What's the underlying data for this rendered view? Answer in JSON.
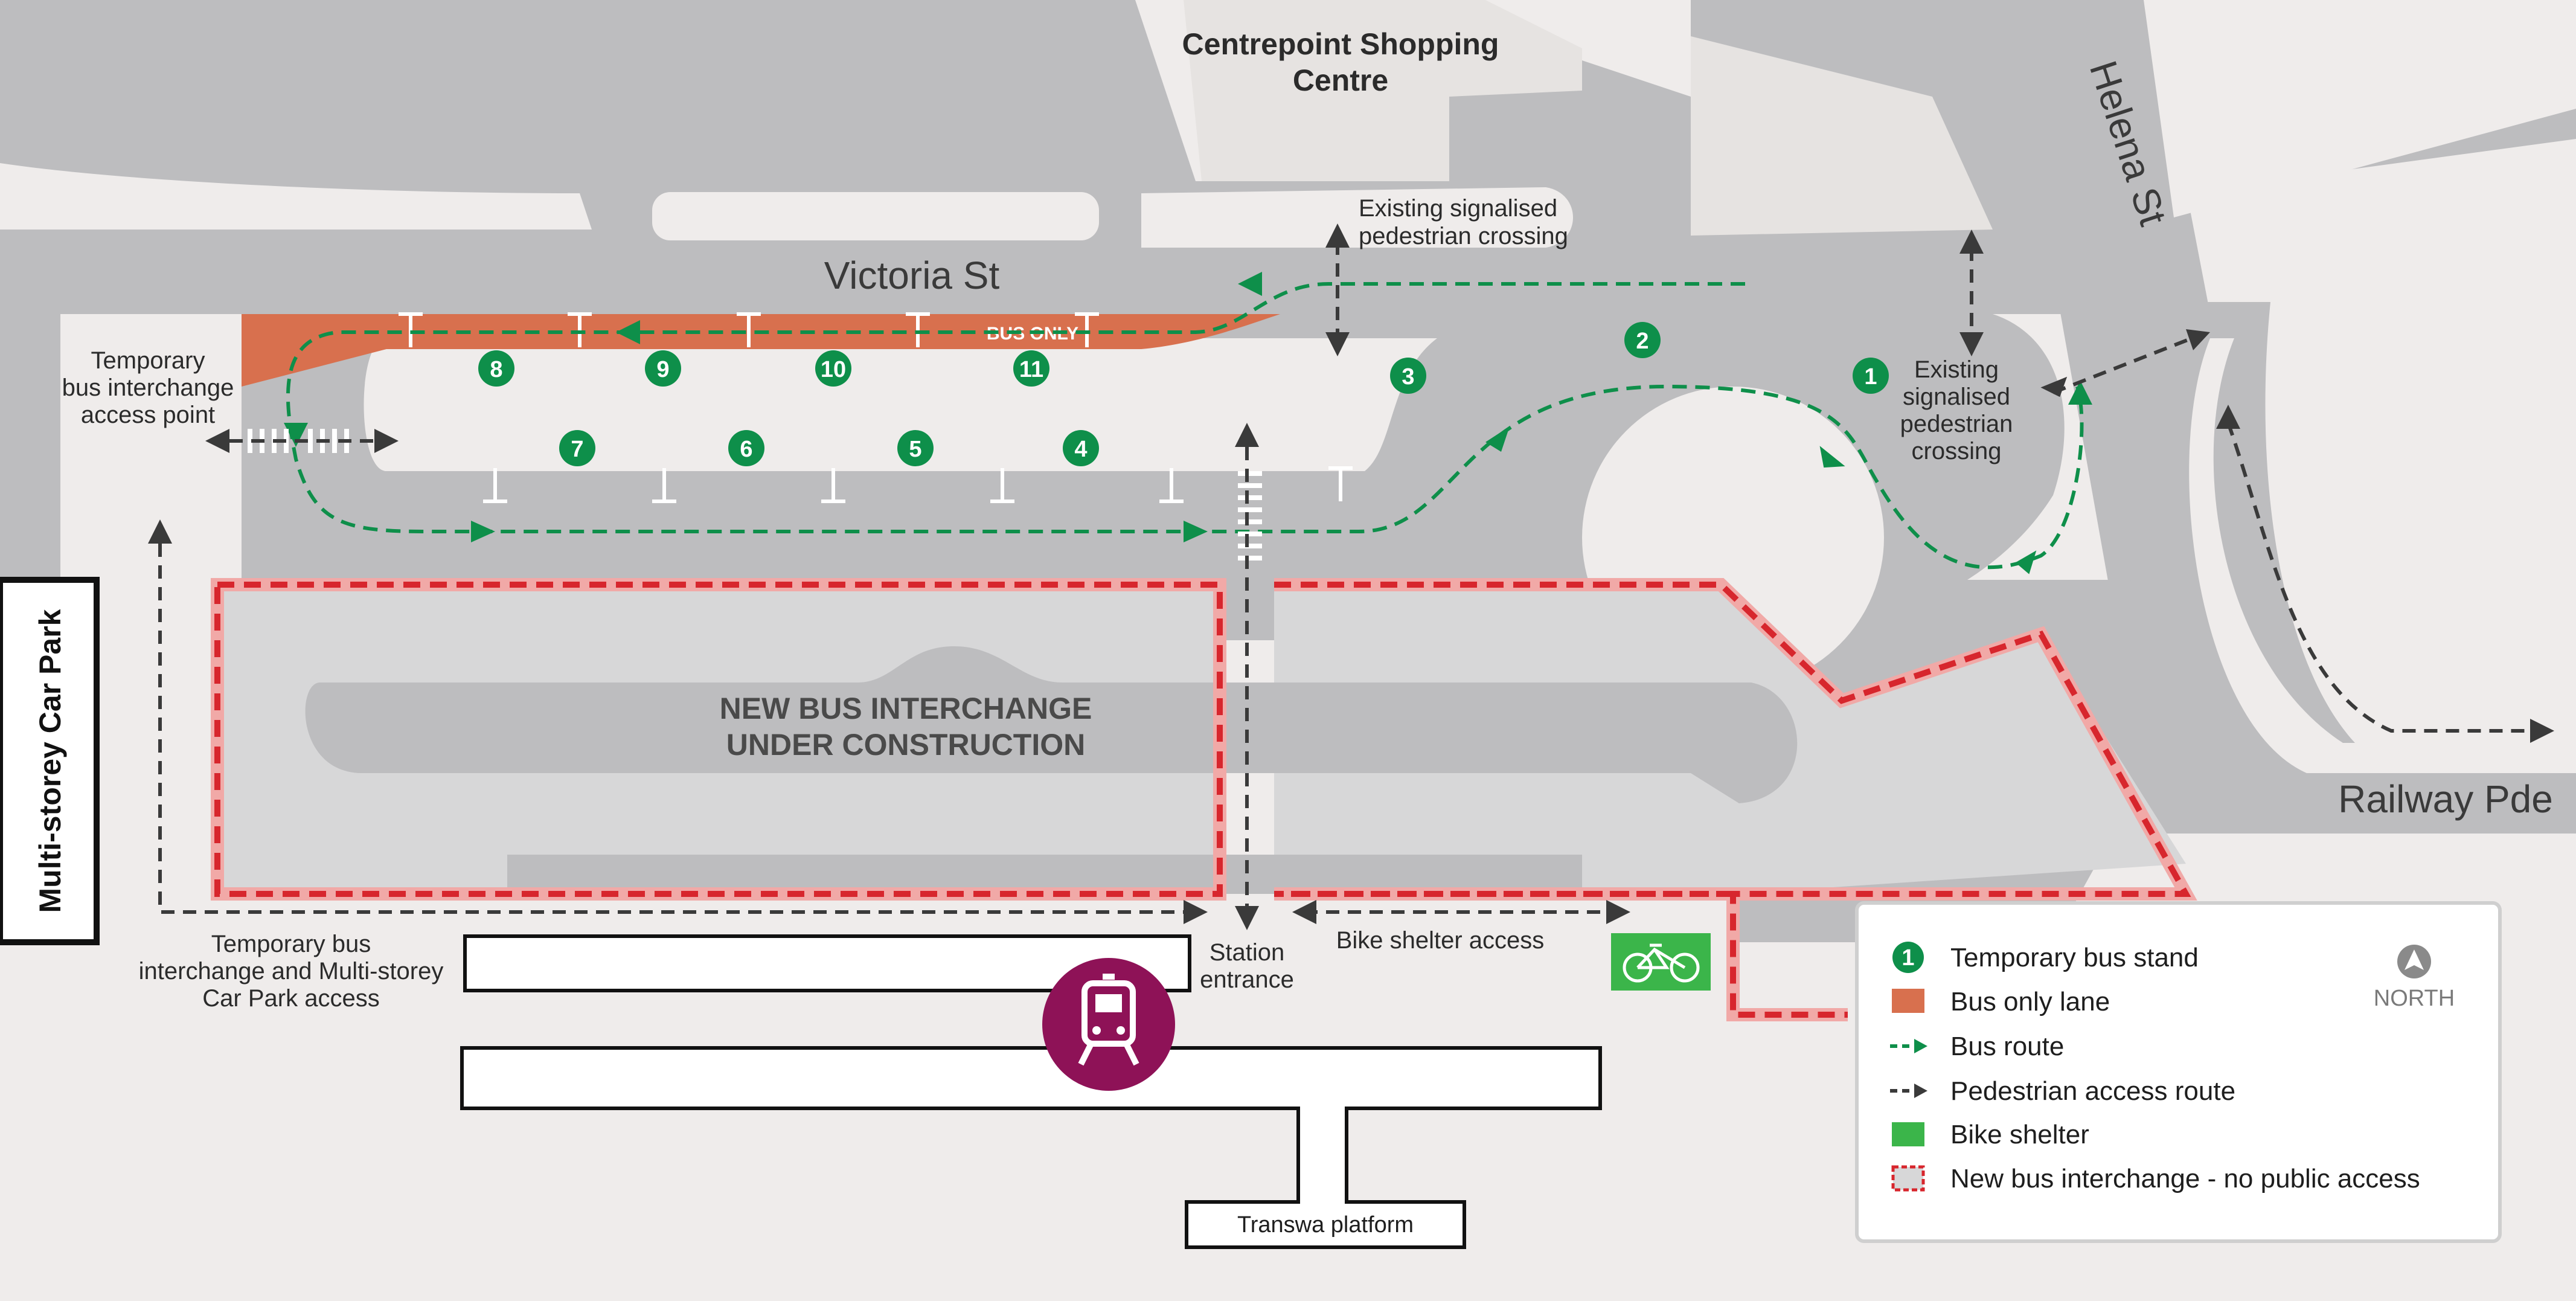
{
  "places": {
    "shopping_centre": [
      "Centrepoint Shopping",
      "Centre"
    ],
    "car_park": "Multi-storey Car Park",
    "construction": [
      "NEW BUS INTERCHANGE",
      "UNDER CONSTRUCTION"
    ],
    "transwa": "Transwa platform"
  },
  "streets": {
    "victoria": "Victoria St",
    "helena": "Helena St",
    "railway": "Railway Pde"
  },
  "labels": {
    "bus_only": "BUS ONLY",
    "crossing_top": [
      "Existing signalised",
      "pedestrian crossing"
    ],
    "crossing_right": [
      "Existing",
      "signalised",
      "pedestrian",
      "crossing"
    ],
    "temp_access": [
      "Temporary",
      "bus interchange",
      "access point"
    ],
    "carpark_access": [
      "Temporary bus",
      "interchange and Multi-storey",
      "Car Park access"
    ],
    "station_entrance": [
      "Station",
      "entrance"
    ],
    "bike_access": "Bike shelter access"
  },
  "stands": [
    "1",
    "2",
    "3",
    "4",
    "5",
    "6",
    "7",
    "8",
    "9",
    "10",
    "11"
  ],
  "legend": {
    "items": [
      {
        "label": "Temporary bus stand",
        "icon": "bus-stand-icon",
        "sample": "1"
      },
      {
        "label": "Bus only lane",
        "icon": "bus-lane-swatch"
      },
      {
        "label": "Bus route",
        "icon": "green-arrow-icon"
      },
      {
        "label": "Pedestrian access route",
        "icon": "grey-arrow-icon"
      },
      {
        "label": "Bike shelter",
        "icon": "bike-swatch"
      },
      {
        "label": "New bus interchange - no public access",
        "icon": "restricted-swatch"
      }
    ],
    "north": "NORTH"
  },
  "colors": {
    "road": "#bdbdbf",
    "ground": "#efeceb",
    "bus_lane": "#d8704e",
    "green": "#0e8f4a",
    "bike": "#3bb54a",
    "restricted_border": "#d7262d",
    "train": "#8e1257",
    "ped_arrow": "#3a3a3a"
  }
}
